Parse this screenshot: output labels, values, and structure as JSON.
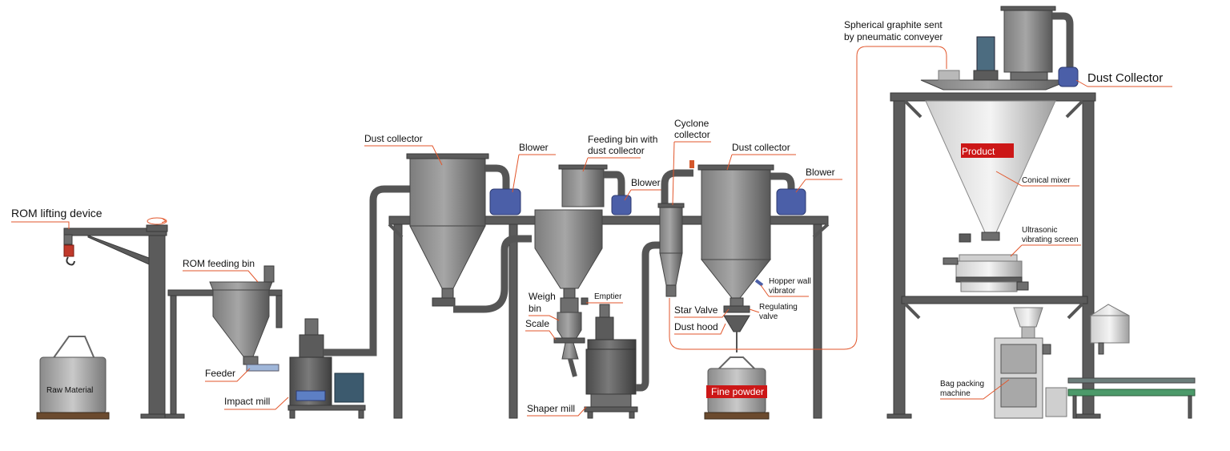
{
  "labels": {
    "rom_lifting": "ROM lifting device",
    "rom_feeding_bin": "ROM feeding bin",
    "feeder": "Feeder",
    "impact_mill": "Impact mill",
    "raw_material": "Raw Material",
    "dust_collector_1": "Dust collector",
    "blower_1": "Blower",
    "feeding_bin_line1": "Feeding bin with",
    "feeding_bin_line2": "dust collector",
    "blower_2": "Blower",
    "weigh_bin_line1": "Weigh",
    "weigh_bin_line2": "bin",
    "emptier": "Emptier",
    "scale": "Scale",
    "shaper_mill": "Shaper mill",
    "cyclone_line1": "Cyclone",
    "cyclone_line2": "collector",
    "dust_collector_2": "Dust collector",
    "blower_3": "Blower",
    "hopper_line1": "Hopper wall",
    "hopper_line2": "vibrator",
    "star_valve": "Star Valve",
    "regulating_line1": "Regulating",
    "regulating_line2": "valve",
    "dust_hood": "Dust hood",
    "fine_powder": "Fine powder",
    "spherical_line1": "Spherical graphite sent",
    "spherical_line2": "by pneumatic conveyer",
    "dust_collector_big": "Dust Collector",
    "product": "Product",
    "conical_mixer": "Conical mixer",
    "ultrasonic_line1": "Ultrasonic",
    "ultrasonic_line2": "vibrating screen",
    "bag_packing_line1": "Bag packing",
    "bag_packing_line2": "machine"
  },
  "colors": {
    "leader": "#e2562b",
    "equipment": "#5b5b5b",
    "blower": "#4b5fa8",
    "product_badge": "#cc1717",
    "fine_powder_badge": "#cc1717"
  }
}
